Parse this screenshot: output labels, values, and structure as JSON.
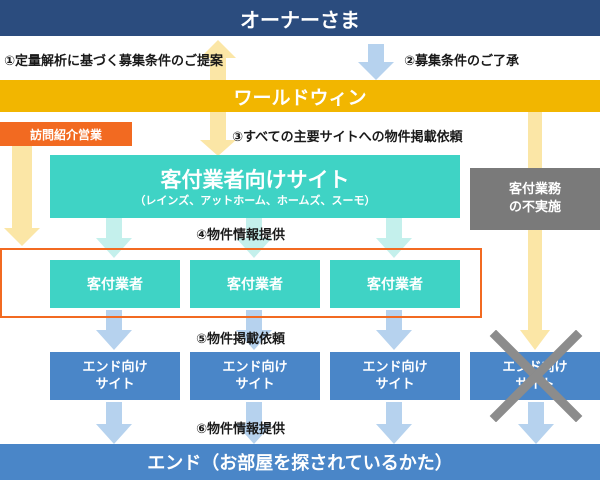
{
  "owner": {
    "label": "オーナーさま"
  },
  "worldwin": {
    "label": "ワールドウィン"
  },
  "labels": {
    "step1": "①定量解析に基づく募集条件のご提案",
    "step2": "②募集条件のご了承",
    "step3": "③すべての主要サイトへの物件掲載依頼",
    "step4": "④物件情報提供",
    "step5": "⑤物件掲載依頼",
    "step6": "⑥物件情報提供"
  },
  "visit_sales": {
    "label": "訪問紹介営業"
  },
  "agent_sites": {
    "title": "客付業者向けサイト",
    "subtitle": "（レインズ、アットホーム、ホームズ、スーモ）"
  },
  "no_agent": {
    "line1": "客付業務",
    "line2": "の不実施"
  },
  "agents": [
    {
      "label": "客付業者"
    },
    {
      "label": "客付業者"
    },
    {
      "label": "客付業者"
    }
  ],
  "end_sites": [
    {
      "line1": "エンド向け",
      "line2": "サイト"
    },
    {
      "line1": "エンド向け",
      "line2": "サイト"
    },
    {
      "line1": "エンド向け",
      "line2": "サイト"
    },
    {
      "line1": "エンド向け",
      "line2": "サイト"
    }
  ],
  "end_user": {
    "label": "エンド（お部屋を探されているかた）"
  },
  "colors": {
    "navy": "#2b4c7e",
    "gold": "#f2b600",
    "teal": "#3fd3c5",
    "blue": "#4a86c8",
    "orange": "#f26a21",
    "gray": "#7a7a7a",
    "light_blue_arrow": "#b6d2ee",
    "light_yellow_arrow": "#fbe6a6",
    "light_teal_arrow": "#c4f0ec"
  }
}
